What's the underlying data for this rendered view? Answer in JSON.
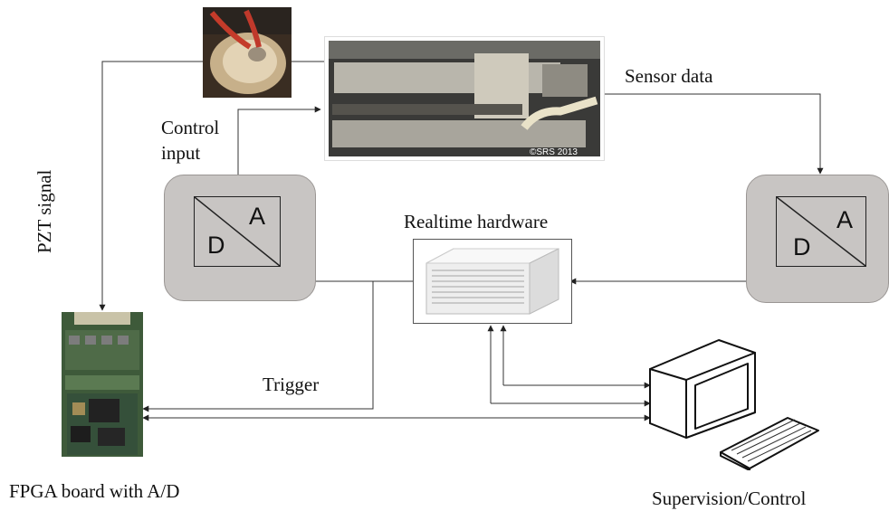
{
  "labels": {
    "sensor_data": "Sensor data",
    "control_input_line1": "Control",
    "control_input_line2": "input",
    "pzt_signal": "PZT signal",
    "realtime_hardware": "Realtime hardware",
    "trigger": "Trigger",
    "fpga_board": "FPGA board with A/D",
    "supervision": "Supervision/Control",
    "copyright": "©SRS 2013"
  },
  "converters": {
    "left": {
      "top_letter": "A",
      "bottom_letter": "D"
    },
    "right": {
      "top_letter": "A",
      "bottom_letter": "D"
    }
  },
  "colors": {
    "converter_fill": "#c8c5c3",
    "line": "#333333"
  }
}
